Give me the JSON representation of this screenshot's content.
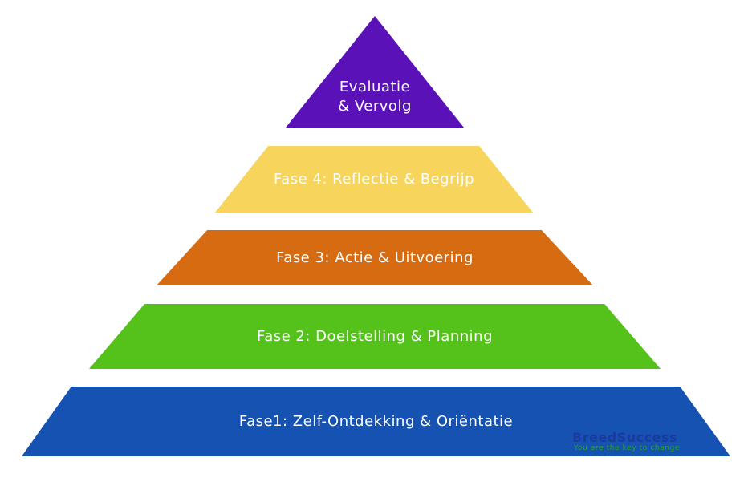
{
  "diagram": {
    "tiers": [
      {
        "id": "apex",
        "lines": [
          "Evaluatie",
          "& Vervolg"
        ],
        "color": "#5a12b8"
      },
      {
        "id": "fase4",
        "label": "Fase 4: Reflectie & Begrijp",
        "color": "#f7d45c"
      },
      {
        "id": "fase3",
        "label": "Fase 3: Actie & Uitvoering",
        "color": "#d66b12"
      },
      {
        "id": "fase2",
        "label": "Fase 2: Doelstelling & Planning",
        "color": "#54c21a"
      },
      {
        "id": "fase1",
        "label": "Fase1: Zelf-Ontdekking & Oriëntatie",
        "color": "#1652b2"
      }
    ]
  },
  "logo": {
    "name": "BreedSuccess",
    "tagline": "You are the key to change",
    "name_color": "#1b3a9e",
    "tagline_color": "#2e9e2e"
  }
}
